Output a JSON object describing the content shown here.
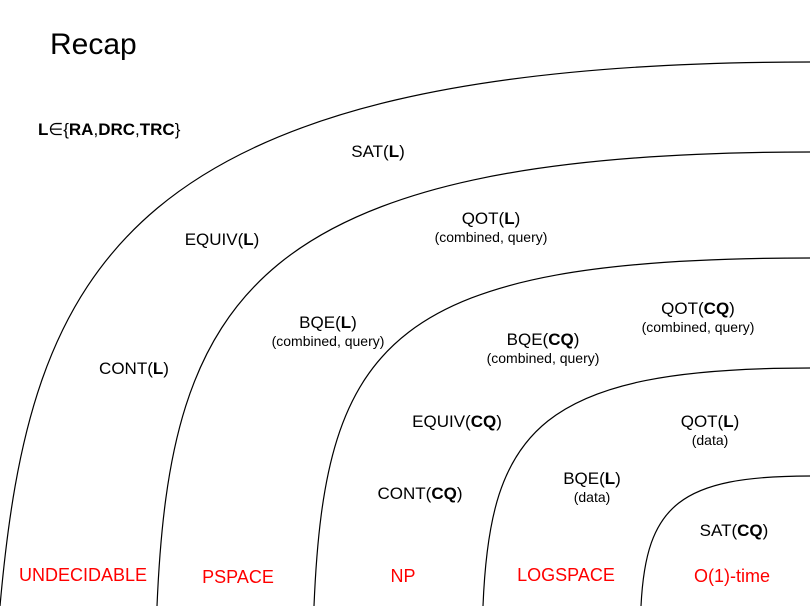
{
  "title": "Recap",
  "language_set": {
    "prefix": "L",
    "member_sym": "∈{",
    "items": [
      "RA",
      "DRC",
      "TRC"
    ],
    "sep": ",",
    "suffix": "}"
  },
  "classes": [
    "UNDECIDABLE",
    "PSPACE",
    "NP",
    "LOGSPACE",
    "O(1)-time"
  ],
  "problems": [
    {
      "name": "SAT(",
      "arg": "L",
      "close": ")",
      "sub": ""
    },
    {
      "name": "EQUIV(",
      "arg": "L",
      "close": ")",
      "sub": ""
    },
    {
      "name": "CONT(",
      "arg": "L",
      "close": ")",
      "sub": ""
    },
    {
      "name": "QOT(",
      "arg": "L",
      "close": ")",
      "sub": "(combined, query)"
    },
    {
      "name": "BQE(",
      "arg": "L",
      "close": ")",
      "sub": "(combined, query)"
    },
    {
      "name": "QOT(",
      "arg": "CQ",
      "close": ")",
      "sub": "(combined, query)"
    },
    {
      "name": "BQE(",
      "arg": "CQ",
      "close": ")",
      "sub": "(combined, query)"
    },
    {
      "name": "EQUIV(",
      "arg": "CQ",
      "close": ")",
      "sub": ""
    },
    {
      "name": "CONT(",
      "arg": "CQ",
      "close": ")",
      "sub": ""
    },
    {
      "name": "QOT(",
      "arg": "L",
      "close": ")",
      "sub": "(data)"
    },
    {
      "name": "BQE(",
      "arg": "L",
      "close": ")",
      "sub": "(data)"
    },
    {
      "name": "SAT(",
      "arg": "CQ",
      "close": ")",
      "sub": ""
    }
  ],
  "colors": {
    "class_label": "#ff0000",
    "text": "#000000",
    "curve": "#000000"
  }
}
